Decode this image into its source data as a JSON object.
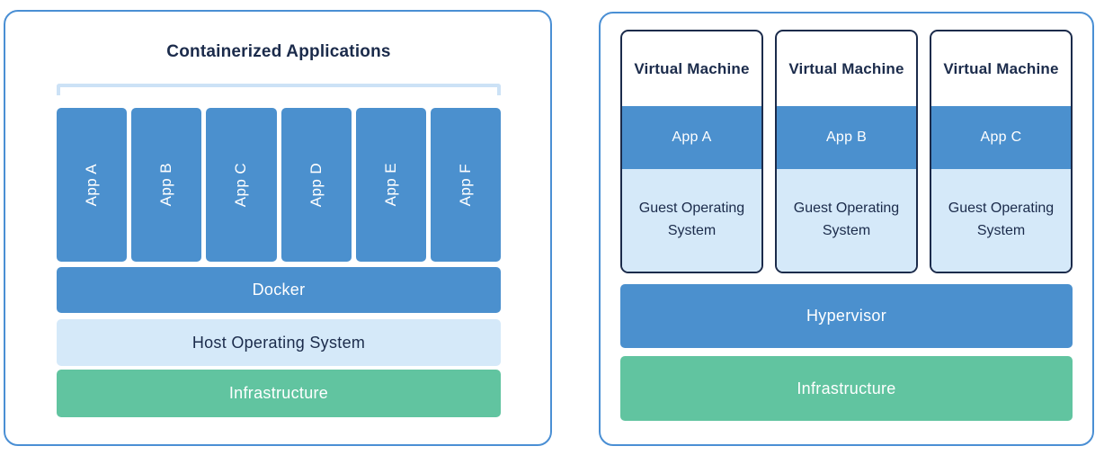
{
  "colors": {
    "primary_blue": "#4B90CE",
    "light_blue": "#D5E9F9",
    "green": "#61C4A0",
    "navy_text": "#1B2B4B",
    "panel_border_blue": "#4A8FD4",
    "bracket_blue": "#CCE2F6",
    "white_text": "#FFFFFF"
  },
  "left_panel": {
    "title": "Containerized Applications",
    "apps": [
      "App A",
      "App B",
      "App C",
      "App D",
      "App E",
      "App F"
    ],
    "layers": [
      {
        "label": "Docker",
        "style": "blue"
      },
      {
        "label": "Host Operating System",
        "style": "light"
      },
      {
        "label": "Infrastructure",
        "style": "green"
      }
    ]
  },
  "right_panel": {
    "vms": [
      {
        "title": "Virtual Machine",
        "app": "App A",
        "guest_os": "Guest Operating System"
      },
      {
        "title": "Virtual Machine",
        "app": "App B",
        "guest_os": "Guest Operating System"
      },
      {
        "title": "Virtual Machine",
        "app": "App C",
        "guest_os": "Guest Operating System"
      }
    ],
    "layers": [
      {
        "label": "Hypervisor",
        "style": "blue"
      },
      {
        "label": "Infrastructure",
        "style": "green"
      }
    ]
  }
}
